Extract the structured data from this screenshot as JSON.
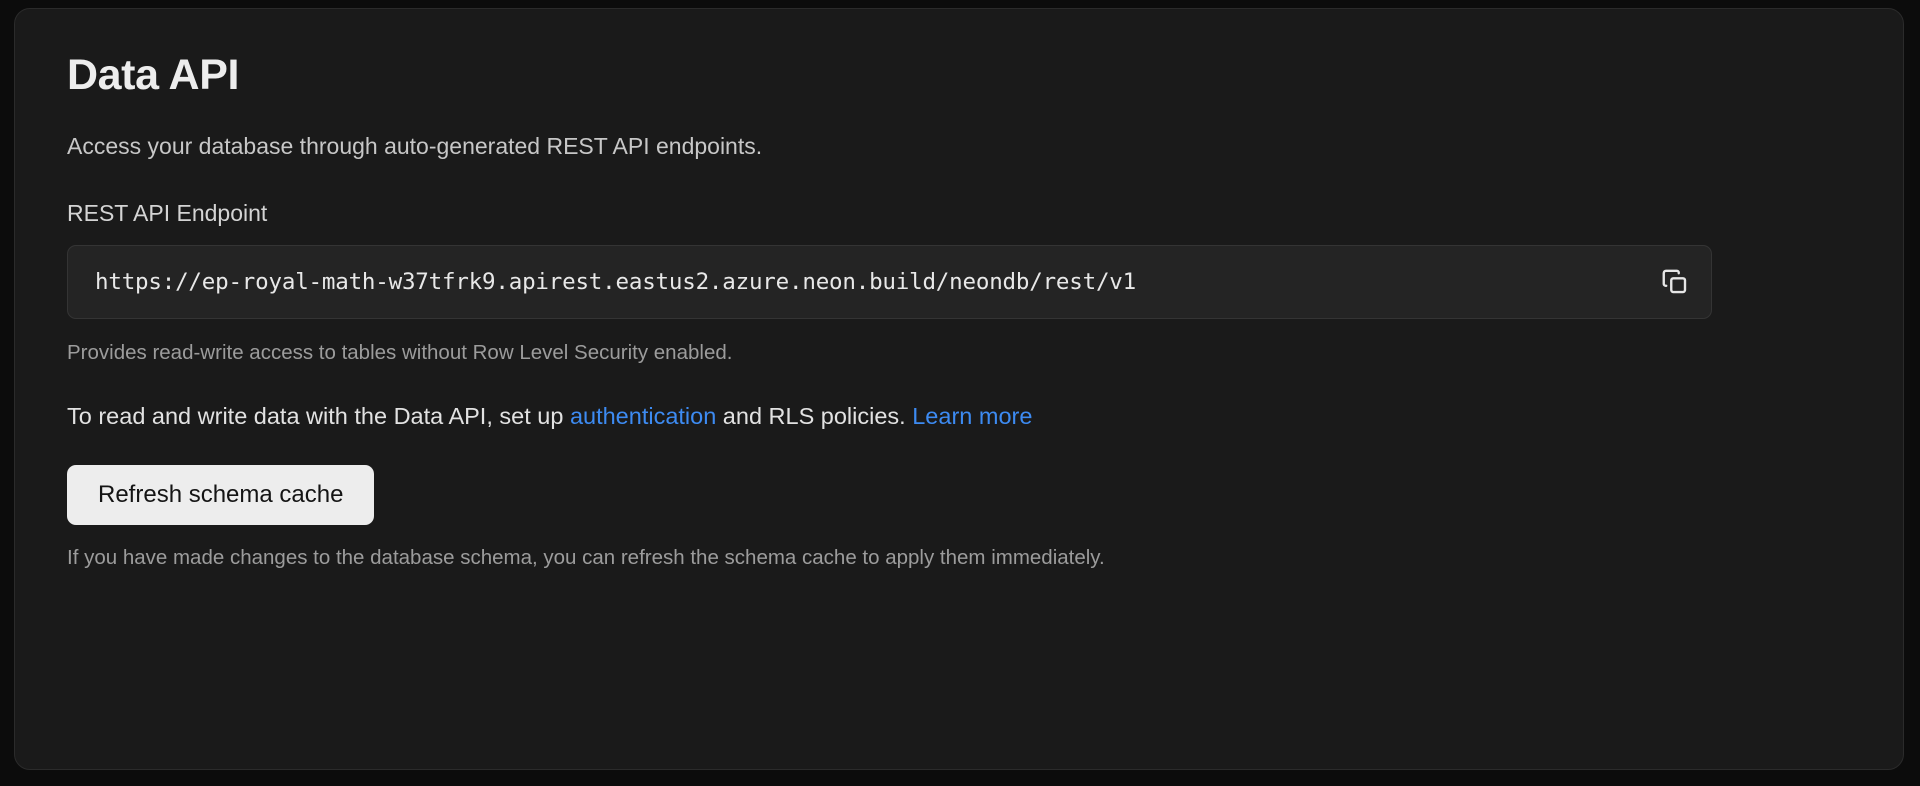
{
  "card": {
    "title": "Data API",
    "description": "Access your database through auto-generated REST API endpoints.",
    "endpoint_field": {
      "label": "REST API Endpoint",
      "value": "https://ep-royal-math-w37tfrk9.apirest.eastus2.azure.neon.build/neondb/rest/v1",
      "placeholder": "https://",
      "copy_icon": "copy-icon",
      "hint": "Provides read-write access to tables without Row Level Security enabled."
    },
    "rls_notice": {
      "text_before": "To read and write data with the Data API, set up ",
      "link_auth": "authentication",
      "text_middle": " and RLS policies. ",
      "link_learn_more": "Learn more"
    },
    "refresh": {
      "button_label": "Refresh schema cache",
      "hint": "If you have made changes to the database schema, you can refresh the schema cache to apply them immediately."
    }
  },
  "colors": {
    "page_background": "#0c0c0c",
    "card_background": "#1a1a1a",
    "card_border": "#2b2b2b",
    "input_background": "#242424",
    "input_border": "#343434",
    "link": "#3d8bf2",
    "button_background": "#ededed",
    "button_text": "#141414",
    "title_text": "#ededed",
    "muted_text": "#9c9c9c"
  }
}
